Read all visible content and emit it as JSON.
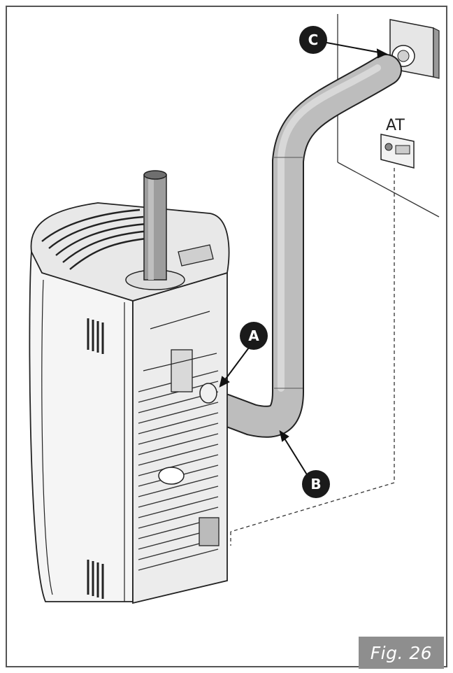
{
  "figure": {
    "caption": "Fig. 26",
    "callouts": {
      "a": "A",
      "b": "B",
      "c": "C"
    },
    "at_label": "AT"
  },
  "colors": {
    "pipe": "#bdbdbd",
    "outline": "#222222",
    "callout": "#1a1a1a",
    "caption_bg": "#8e8e8e"
  }
}
